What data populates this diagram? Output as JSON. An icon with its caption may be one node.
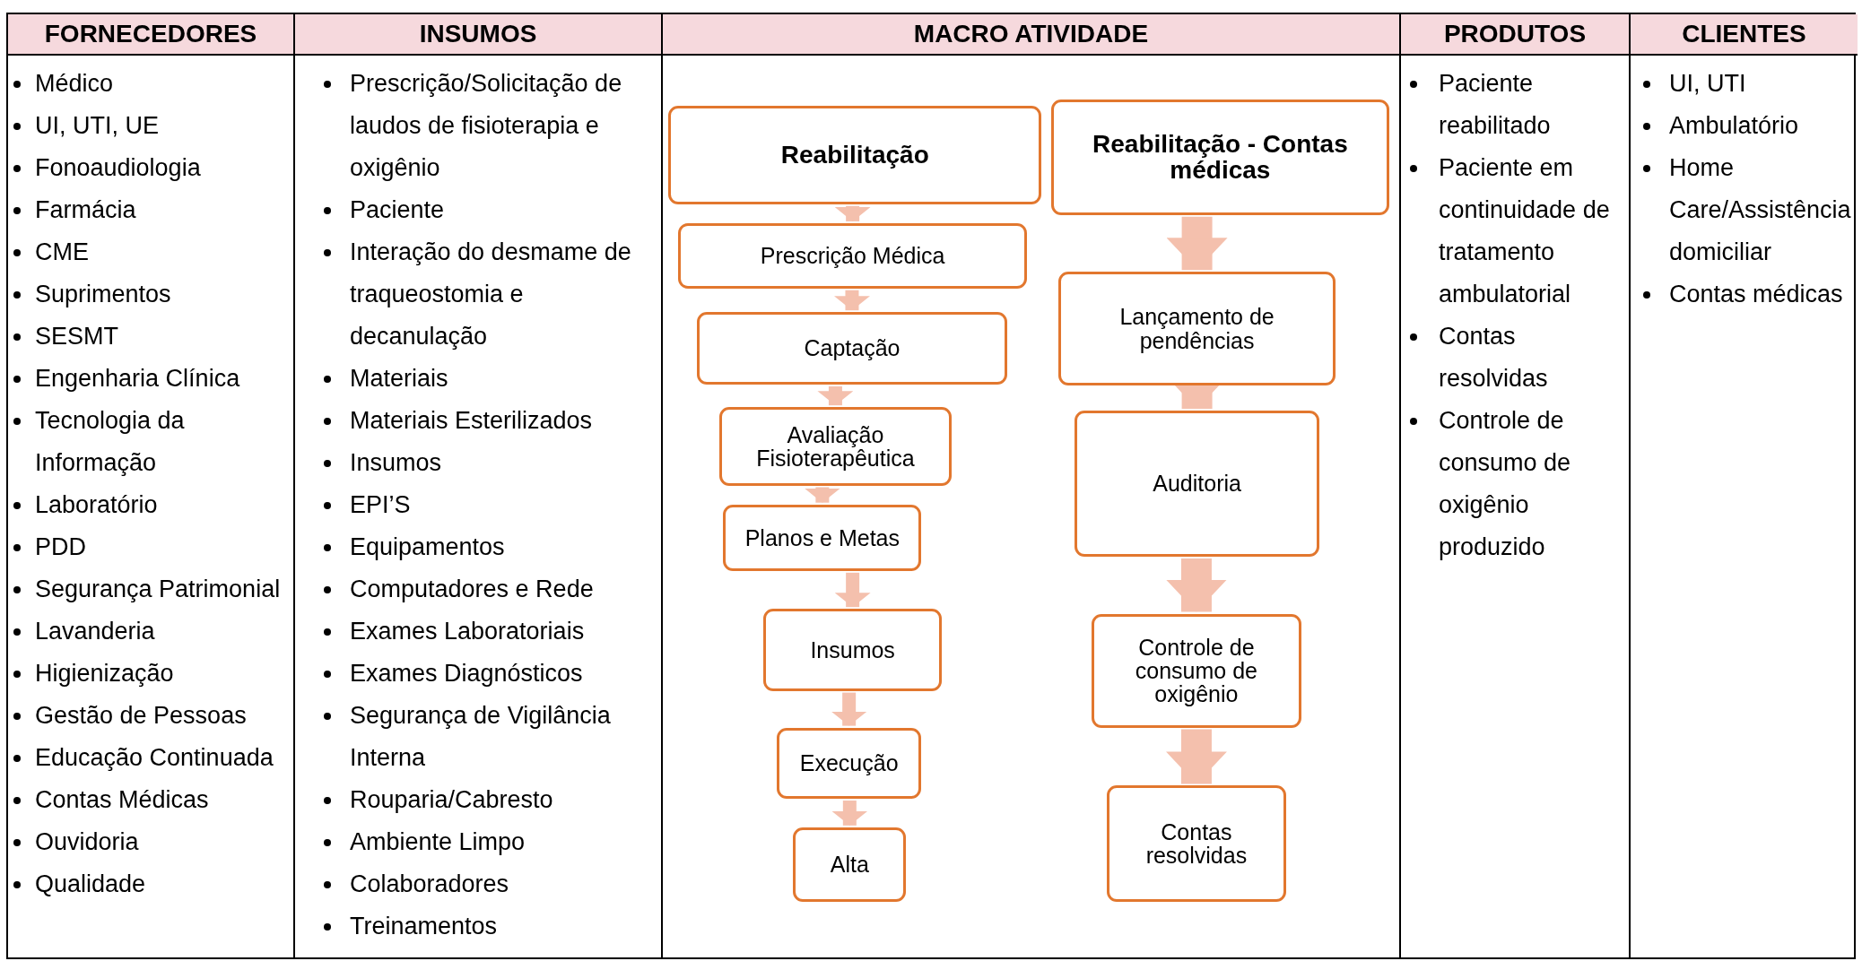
{
  "diagram": {
    "nodes": [
      {
        "text": [
          "Reabilitação"
        ]
      },
      {
        "text": [
          "Prescrição Médica"
        ]
      },
      {
        "text": [
          "Captação"
        ]
      },
      {
        "text": [
          "Avaliação Fisioterapêutica"
        ]
      },
      {
        "text": [
          "Planos e Metas"
        ]
      },
      {
        "text": [
          "Insumos"
        ]
      },
      {
        "text": [
          "Execução"
        ]
      },
      {
        "text": [
          "Alta"
        ]
      },
      {
        "text": [
          "Reabilitação - Contas médicas"
        ]
      },
      {
        "text": [
          "Lançamento de pendências"
        ]
      },
      {
        "text": [
          "Auditoria"
        ]
      },
      {
        "text": [
          "Controle de consumo de oxigênio"
        ]
      },
      {
        "text": [
          "Contas resolvidas"
        ]
      }
    ],
    "edges": [
      {
        "from": 0,
        "to": 1,
        "arrow": "to"
      },
      {
        "from": 1,
        "to": 2,
        "arrow": "to"
      },
      {
        "from": 2,
        "to": 3,
        "arrow": "to"
      },
      {
        "from": 3,
        "to": 4,
        "arrow": "to"
      },
      {
        "from": 4,
        "to": 5,
        "arrow": "to"
      },
      {
        "from": 5,
        "to": 6,
        "arrow": "to"
      },
      {
        "from": 6,
        "to": 7,
        "arrow": "to"
      },
      {
        "from": 8,
        "to": 9,
        "arrow": "to",
        "style": "thick"
      },
      {
        "from": 9,
        "to": 10,
        "arrow": "to",
        "style": "thick"
      },
      {
        "from": 10,
        "to": 11,
        "arrow": "to",
        "style": "thick"
      },
      {
        "from": 11,
        "to": 12,
        "arrow": "to",
        "style": "thick"
      }
    ],
    "labels": [
      "FORNECEDORES",
      "INSUMOS",
      "MACRO ATIVIDADE",
      "PRODUTOS",
      "CLIENTES",
      "Médico",
      "UI, UTI, UE",
      "Fonoaudiologia",
      "Farmácia",
      "CME",
      "Suprimentos",
      "SESMT",
      "Engenharia Clínica",
      "Tecnologia da Informação",
      "Laboratório",
      "PDD",
      "Segurança Patrimonial",
      "Lavanderia",
      "Higienização",
      "Gestão de Pessoas",
      "Educação Continuada",
      "Contas Médicas",
      "Ouvidoria",
      "Qualidade",
      "Prescrição/Solicitação de laudos de fisioterapia e oxigênio",
      "Paciente",
      "Interação do desmame de traqueostomia e decanulação",
      "Materiais",
      "Materiais Esterilizados",
      "Insumos",
      "EPI’S",
      "Equipamentos",
      "Computadores e Rede",
      "Exames Laboratoriais",
      "Exames Diagnósticos",
      "Segurança de Vigilância Interna",
      "Rouparia/Cabresto",
      "Ambiente Limpo",
      "Colaboradores",
      "Treinamentos",
      "Paciente reabilitado",
      "Paciente em continuidade de tratamento ambulatorial",
      "Contas resolvidas",
      "Controle de consumo de oxigênio produzido",
      "UI, UTI",
      "Ambulatório",
      "Home Care/Assistência domiciliar",
      "Contas médicas"
    ]
  }
}
